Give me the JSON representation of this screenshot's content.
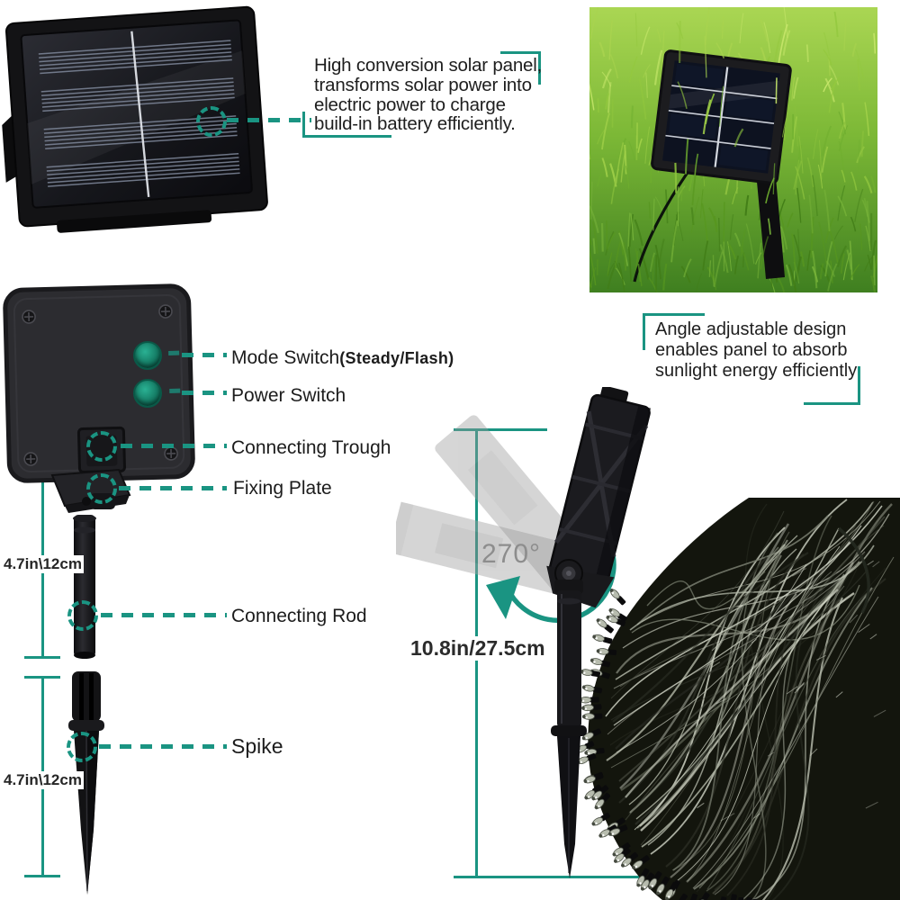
{
  "accent_color": "#1a9482",
  "callout_solar_panel": {
    "line1": "High conversion solar panel,",
    "line2": "transforms solar power into",
    "line3": "electric power to charge",
    "line4": "build-in battery efficiently."
  },
  "callout_angle": {
    "line1": "Angle adjustable design",
    "line2": "enables panel to absorb",
    "line3": "sunlight energy efficiently"
  },
  "parts": {
    "mode_switch": "Mode Switch",
    "mode_switch_note": "(Steady/Flash)",
    "power_switch": "Power Switch",
    "connecting_trough": "Connecting Trough",
    "fixing_plate": "Fixing Plate",
    "connecting_rod": "Connecting Rod",
    "spike": "Spike"
  },
  "dimensions": {
    "connecting_rod_length": "4.7in\\12cm",
    "spike_length": "4.7in\\12cm",
    "overall_height": "10.8in/27.5cm",
    "rotation_angle": "270°"
  }
}
